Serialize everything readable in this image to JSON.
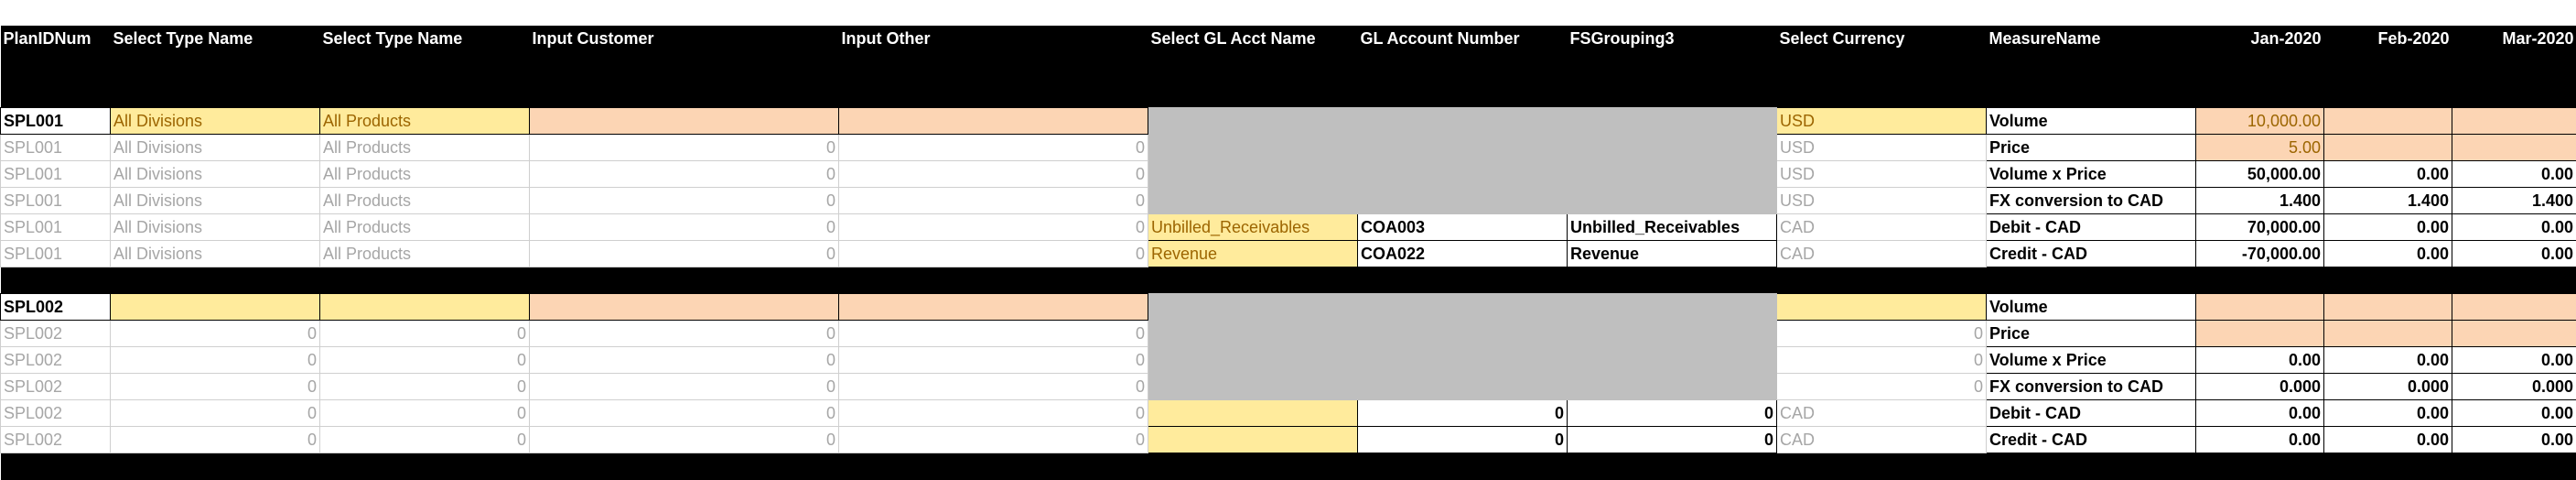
{
  "columns": [
    "PlanIDNum",
    "Select Type Name",
    "Select Type Name",
    "Input Customer",
    "Input Other",
    "Select GL Acct Name",
    "GL Account Number",
    "FSGrouping3",
    "Select Currency",
    "MeasureName",
    "Jan-2020",
    "Feb-2020",
    "Mar-2020"
  ],
  "plan1": {
    "id": "SPL001",
    "division": "All Divisions",
    "product": "All Products",
    "currency": "USD",
    "cad": "CAD",
    "zero": "0",
    "gl_rows": [
      {
        "acct_name": "Unbilled_Receivables",
        "acct_num": "COA003",
        "fs_group": "Unbilled_Receivables"
      },
      {
        "acct_name": "Revenue",
        "acct_num": "COA022",
        "fs_group": "Revenue"
      }
    ],
    "measures": [
      {
        "name": "Volume",
        "jan": "10,000.00",
        "feb": "",
        "mar": ""
      },
      {
        "name": "Price",
        "jan": "5.00",
        "feb": "",
        "mar": ""
      },
      {
        "name": "Volume x Price",
        "jan": "50,000.00",
        "feb": "0.00",
        "mar": "0.00"
      },
      {
        "name": "FX conversion to CAD",
        "jan": "1.400",
        "feb": "1.400",
        "mar": "1.400"
      },
      {
        "name": "Debit - CAD",
        "jan": "70,000.00",
        "feb": "0.00",
        "mar": "0.00"
      },
      {
        "name": "Credit - CAD",
        "jan": "-70,000.00",
        "feb": "0.00",
        "mar": "0.00"
      }
    ]
  },
  "plan2": {
    "id": "SPL002",
    "zero": "0",
    "cad": "CAD",
    "gl_acct_num_zero": "0",
    "fs_group_zero": "0",
    "measures": [
      {
        "name": "Volume",
        "jan": "",
        "feb": "",
        "mar": ""
      },
      {
        "name": "Price",
        "jan": "",
        "feb": "",
        "mar": ""
      },
      {
        "name": "Volume x Price",
        "jan": "0.00",
        "feb": "0.00",
        "mar": "0.00"
      },
      {
        "name": "FX conversion to CAD",
        "jan": "0.000",
        "feb": "0.000",
        "mar": "0.000"
      },
      {
        "name": "Debit - CAD",
        "jan": "0.00",
        "feb": "0.00",
        "mar": "0.00"
      },
      {
        "name": "Credit - CAD",
        "jan": "0.00",
        "feb": "0.00",
        "mar": "0.00"
      }
    ]
  }
}
